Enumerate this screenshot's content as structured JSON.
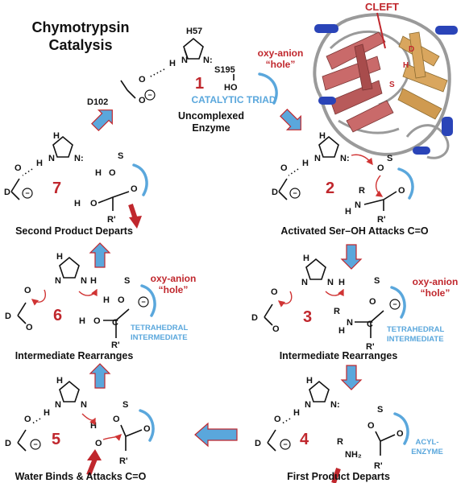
{
  "title": {
    "line1": "Chymotrypsin",
    "line2": "Catalysis"
  },
  "protein": {
    "cleft_label": "CLEFT",
    "site_letters": [
      "D",
      "H",
      "S"
    ]
  },
  "labels": {
    "oxyanion_hole": {
      "line1": "oxy-anion",
      "line2": "“hole”"
    },
    "catalytic_triad": "CATALYTIC TRIAD",
    "tetrahedral": {
      "line1": "TETRAHEDRAL",
      "line2": "INTERMEDIATE"
    },
    "acyl_enzyme": {
      "line1": "ACYL-",
      "line2": "ENZYME"
    },
    "residues": {
      "his": "H57",
      "ser": "S195",
      "asp": "D102"
    }
  },
  "steps": [
    {
      "number": "1",
      "caption_line1": "Uncomplexed",
      "caption_line2": "Enzyme"
    },
    {
      "number": "2",
      "caption": "Activated Ser–OH Attacks C=O"
    },
    {
      "number": "3",
      "caption": "Intermediate Rearranges"
    },
    {
      "number": "4",
      "caption": "First Product Departs"
    },
    {
      "number": "5",
      "caption": "Water Binds & Attacks C=O"
    },
    {
      "number": "6",
      "caption": "Intermediate Rearranges"
    },
    {
      "number": "7",
      "caption": "Second Product Departs"
    }
  ],
  "colors": {
    "step_number": "#c0272d",
    "blue_accent": "#5aa7dc",
    "curly_arrow": "#d03434",
    "sheet": "#c96a6a",
    "sheet_tan": "#d9a65e",
    "helix": "#2a44b8",
    "coil": "#9a9a9a"
  }
}
